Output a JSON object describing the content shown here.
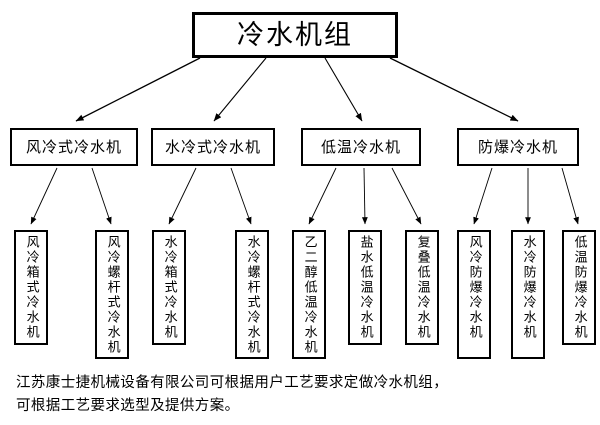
{
  "diagram": {
    "title": "冷水机组",
    "root": {
      "label": "冷水机组",
      "name": "root-node-chiller-unit"
    },
    "level2": [
      {
        "label": "风冷式冷水机",
        "name": "node-air-cooled-chiller"
      },
      {
        "label": "水冷式冷水机",
        "name": "node-water-cooled-chiller"
      },
      {
        "label": "低温冷水机",
        "name": "node-low-temperature-chiller"
      },
      {
        "label": "防爆冷水机",
        "name": "node-explosion-proof-chiller"
      }
    ],
    "leaves": [
      {
        "label": "风冷箱式冷水机",
        "name": "leaf-air-cooled-box-chiller",
        "parent": "风冷式冷水机"
      },
      {
        "label": "风冷螺杆式冷水机",
        "name": "leaf-air-cooled-screw-chiller",
        "parent": "风冷式冷水机"
      },
      {
        "label": "水冷箱式冷水机",
        "name": "leaf-water-cooled-box-chiller",
        "parent": "水冷式冷水机"
      },
      {
        "label": "水冷螺杆式冷水机",
        "name": "leaf-water-cooled-screw-chiller",
        "parent": "水冷式冷水机"
      },
      {
        "label": "乙二醇低温冷水机",
        "name": "leaf-glycol-low-temperature-chiller",
        "parent": "低温冷水机"
      },
      {
        "label": "盐水低温冷水机",
        "name": "leaf-brine-low-temperature-chiller",
        "parent": "低温冷水机"
      },
      {
        "label": "复叠低温冷水机",
        "name": "leaf-cascade-low-temperature-chiller",
        "parent": "低温冷水机"
      },
      {
        "label": "风冷防爆冷水机",
        "name": "leaf-air-cooled-explosion-proof-chiller",
        "parent": "防爆冷水机"
      },
      {
        "label": "水冷防爆冷水机",
        "name": "leaf-water-cooled-explosion-proof-chiller",
        "parent": "防爆冷水机"
      },
      {
        "label": "低温防爆冷水机",
        "name": "leaf-low-temperature-explosion-proof-chiller",
        "parent": "防爆冷水机"
      }
    ]
  },
  "caption": {
    "line1": "江苏康士捷机械设备有限公司可根据用户工艺要求定做冷水机组，",
    "line2": "可根据工艺要求选型及提供方案。"
  },
  "colors": {
    "background": "#ffffff",
    "line": "#000000",
    "text": "#000000",
    "box_border": "#000000"
  }
}
